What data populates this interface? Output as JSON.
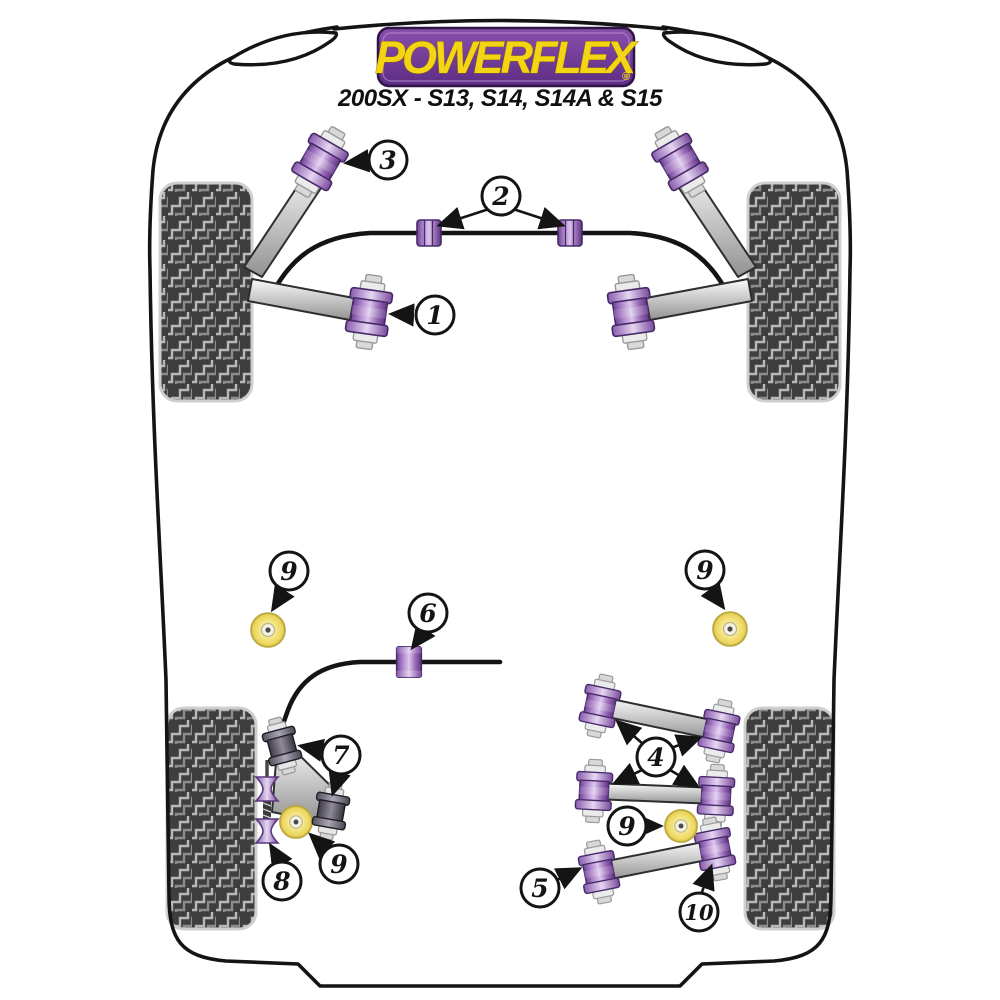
{
  "header": {
    "brand": "POWERFLEX",
    "registered_mark": "®",
    "model": "200SX - S13, S14, S14A & S15"
  },
  "colors": {
    "brand_purple": "#6d3d96",
    "brand_yellow": "#f3d513",
    "bushing_purple": "#9a6cb8",
    "bushing_yellow": "#f2e38d",
    "tire_dark": "#3e3e3e",
    "arm_gray": "#c9c9c9",
    "outline_black": "#141414"
  },
  "callouts": [
    {
      "id": "callout-1",
      "label": "1",
      "points_to": "front-lower-arm-bushing"
    },
    {
      "id": "callout-2",
      "label": "2",
      "points_to": "front-anti-roll-bar-bushings"
    },
    {
      "id": "callout-3",
      "label": "3",
      "points_to": "front-upper-arm-bushing"
    },
    {
      "id": "callout-4",
      "label": "4",
      "points_to": "rear-link-arm-bushings"
    },
    {
      "id": "callout-5",
      "label": "5",
      "points_to": "rear-lower-arm-inner-bushing"
    },
    {
      "id": "callout-6",
      "label": "6",
      "points_to": "rear-anti-roll-bar-bushing"
    },
    {
      "id": "callout-7",
      "label": "7",
      "points_to": "rear-knuckle-bushings"
    },
    {
      "id": "callout-8",
      "label": "8",
      "points_to": "rear-tie-bar-bushings"
    },
    {
      "id": "callout-9-mid-left",
      "label": "9",
      "points_to": "subframe-mount-front-left"
    },
    {
      "id": "callout-9-mid-right",
      "label": "9",
      "points_to": "subframe-mount-front-right"
    },
    {
      "id": "callout-9-rear-left",
      "label": "9",
      "points_to": "subframe-mount-rear-left"
    },
    {
      "id": "callout-9-rear-right",
      "label": "9",
      "points_to": "subframe-mount-rear-right"
    },
    {
      "id": "callout-10",
      "label": "10",
      "points_to": "rear-lower-arm-outer-bushing"
    }
  ]
}
